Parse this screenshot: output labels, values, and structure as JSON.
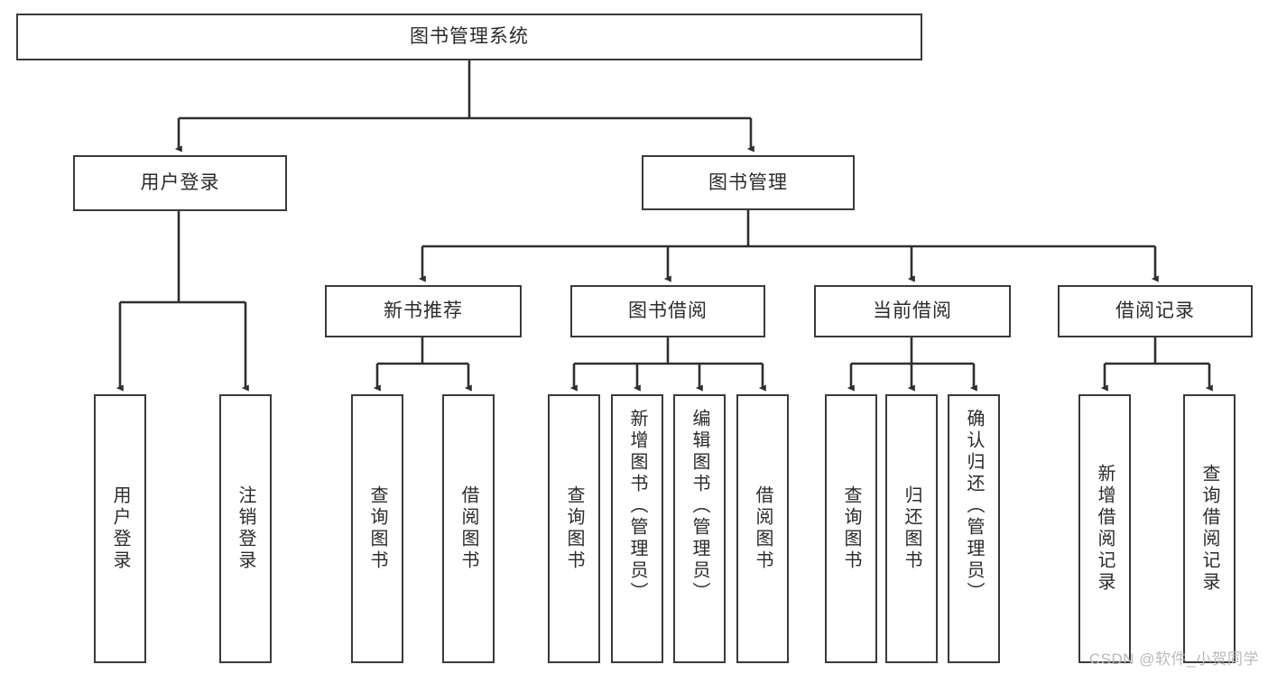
{
  "diagram": {
    "title": "图书管理系统",
    "type": "tree-hierarchy-chart",
    "colors": {
      "box_border": "#3a3a3a",
      "box_fill": "#ffffff",
      "edge": "#2f2f2f",
      "text": "#2b2b2b",
      "watermark": "#b9b9b9",
      "background": "#ffffff"
    },
    "root": {
      "label": "图书管理系统"
    },
    "level1": [
      {
        "id": "user-login",
        "label": "用户登录"
      },
      {
        "id": "book-management",
        "label": "图书管理"
      }
    ],
    "level2": [
      {
        "id": "new-book-recommend",
        "label": "新书推荐"
      },
      {
        "id": "book-borrow",
        "label": "图书借阅"
      },
      {
        "id": "current-borrow",
        "label": "当前借阅"
      },
      {
        "id": "borrow-record",
        "label": "借阅记录"
      }
    ],
    "leaves": {
      "user_login": [
        {
          "id": "leaf-user-login",
          "label": "用户登录"
        },
        {
          "id": "leaf-logout",
          "label": "注销登录"
        }
      ],
      "new_book_recommend": [
        {
          "id": "leaf-query-book-1",
          "label": "查询图书"
        },
        {
          "id": "leaf-borrow-book-1",
          "label": "借阅图书"
        }
      ],
      "book_borrow": [
        {
          "id": "leaf-query-book-2",
          "label": "查询图书"
        },
        {
          "id": "leaf-add-book",
          "label": "新增图书（管理员）"
        },
        {
          "id": "leaf-edit-book",
          "label": "编辑图书（管理员）"
        },
        {
          "id": "leaf-borrow-book-2",
          "label": "借阅图书"
        }
      ],
      "current_borrow": [
        {
          "id": "leaf-query-book-3",
          "label": "查询图书"
        },
        {
          "id": "leaf-return-book",
          "label": "归还图书"
        },
        {
          "id": "leaf-confirm-return",
          "label": "确认归还（管理员）"
        }
      ],
      "borrow_record": [
        {
          "id": "leaf-add-record",
          "label": "新增借阅记录"
        },
        {
          "id": "leaf-query-record",
          "label": "查询借阅记录"
        }
      ]
    }
  },
  "watermark": {
    "text": "CSDN @软件_小贺同学"
  }
}
